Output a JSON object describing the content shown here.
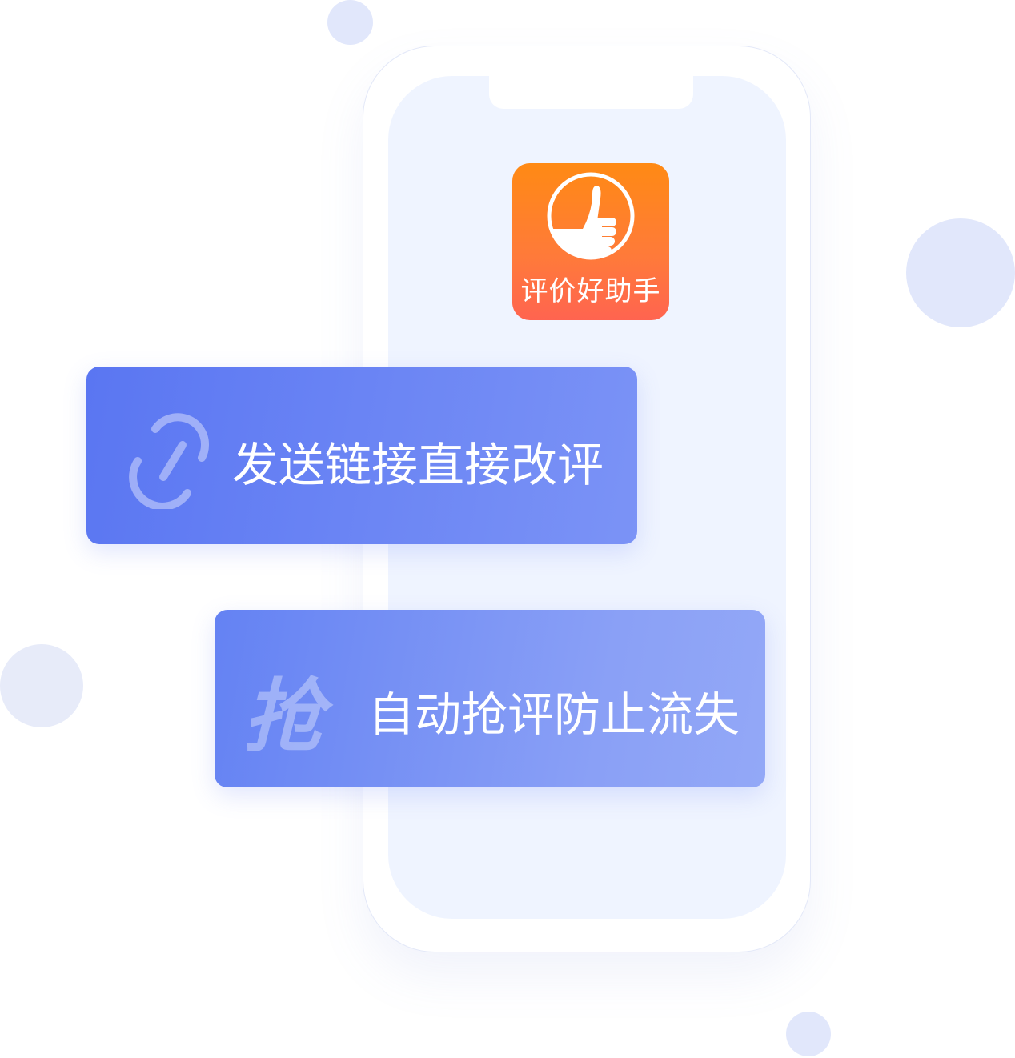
{
  "app": {
    "name": "评价好助手",
    "icon": "thumbs-up-icon",
    "colors": {
      "top": "#ff8a14",
      "bottom": "#ff6450"
    }
  },
  "cards": [
    {
      "icon": "link-icon",
      "label": "发送链接直接改评"
    },
    {
      "icon_text": "抢",
      "label": "自动抢评防止流失"
    }
  ],
  "accent": "#5a76f2"
}
